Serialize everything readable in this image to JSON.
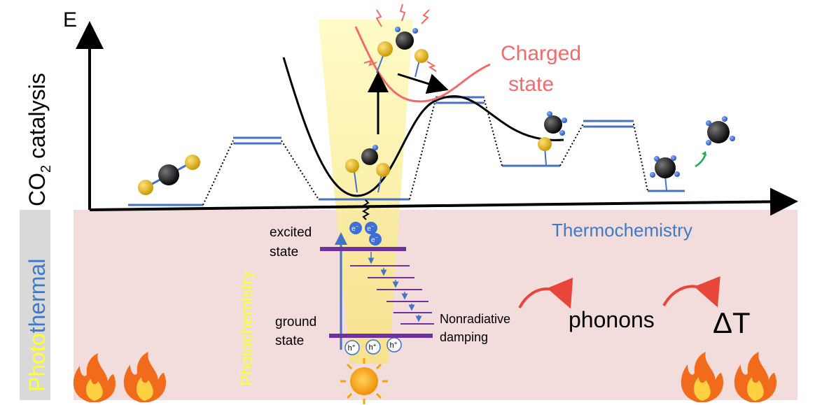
{
  "diagram": {
    "axis_energy_label": "E",
    "co2_label_prefix": "CO",
    "co2_label_sub": "2",
    "co2_label_suffix": " catalysis",
    "photothermal_part1": "Photo",
    "photothermal_part2": "thermal",
    "charged_state_line1": "Charged",
    "charged_state_line2": "state",
    "thermochemistry_label": "Thermochemistry",
    "photochemistry_label": "Photochemistry",
    "excited_state_line1": "excited",
    "excited_state_line2": "state",
    "ground_state_line1": "ground",
    "ground_state_line2": "state",
    "nonradiative_line1": "Nonradiative",
    "nonradiative_line2": "damping",
    "phonons_label": "phonons",
    "delta_t_label": "ΔT",
    "electron_label": "e",
    "electron_charge": "−",
    "hole_label": "h",
    "hole_charge": "+",
    "colors": {
      "axis": "#000000",
      "level_blue": "#4472c4",
      "charged_red": "#f26b6b",
      "photothermal_yellow": "#ffff33",
      "photothermal_blue": "#3d7ac7",
      "band_purple": "#7030a0",
      "panel_pink": "#f2dcdc",
      "beam_yellow": "#fffbb0",
      "arrow_red": "#e8463a"
    }
  }
}
